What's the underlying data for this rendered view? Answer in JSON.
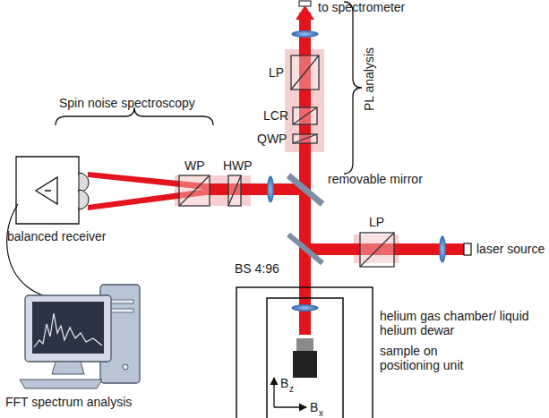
{
  "diagram": {
    "labels": [
      "to spectrometer",
      "PL analysis",
      "LP",
      "LCR",
      "QWP",
      "Spin noise spectroscopy",
      "WP",
      "HWP",
      "removable mirror",
      "balanced receiver",
      "LP",
      "laser source",
      "BS 4:96",
      "helium gas chamber/ liquid helium dewar",
      "sample on positioning unit",
      "B",
      "z",
      "B",
      "x",
      "FFT spectrum analysis"
    ]
  }
}
